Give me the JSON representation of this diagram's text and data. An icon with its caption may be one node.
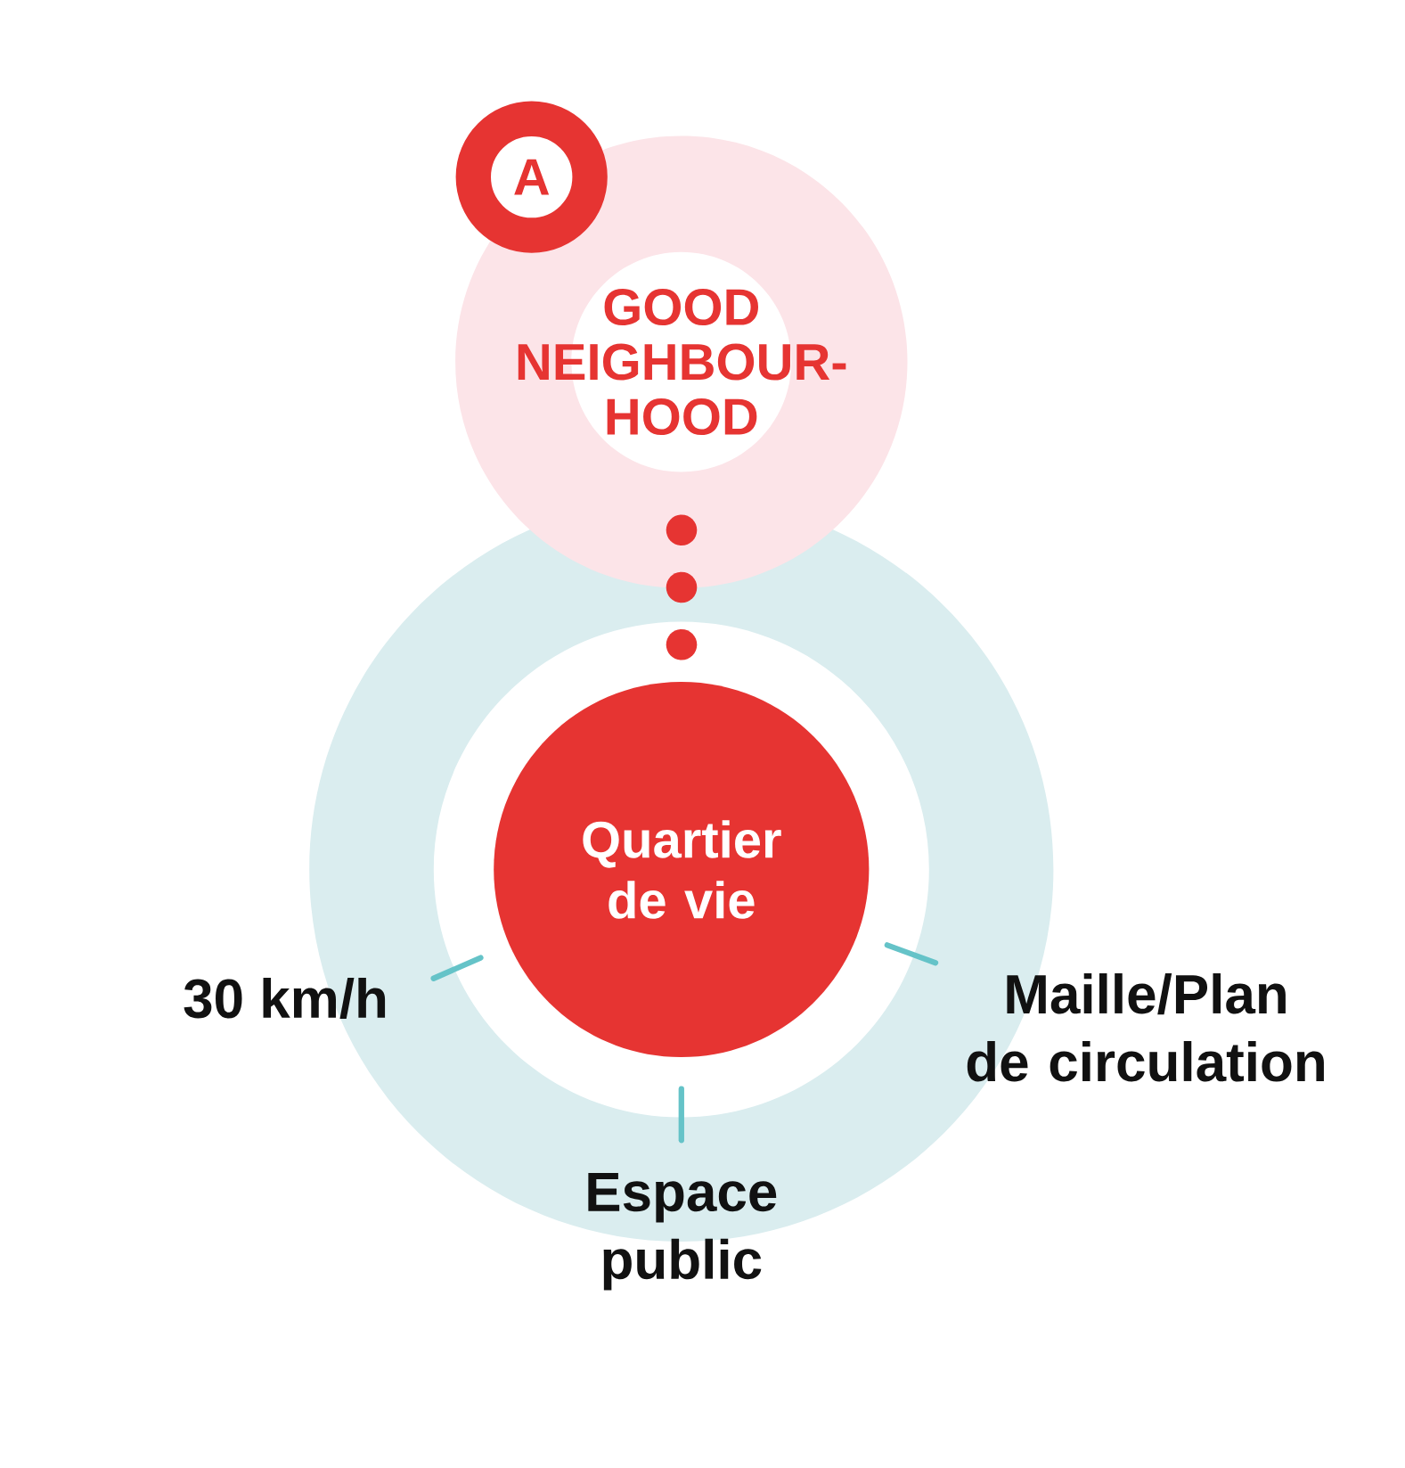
{
  "diagram": {
    "nodes": [
      {
        "text": [
          "A"
        ]
      },
      {
        "text": [
          "GOOD NEIGHBOUR-HOOD"
        ]
      },
      {
        "text": [
          "Quartier de vie"
        ]
      },
      {
        "text": [
          "30 km/h"
        ]
      },
      {
        "text": [
          "Maille/Plan de circulation"
        ]
      },
      {
        "text": [
          "Espace public"
        ]
      }
    ],
    "edges": [
      {
        "from": 3,
        "to": 2,
        "arrow": "none"
      },
      {
        "from": 4,
        "to": 2,
        "arrow": "none"
      },
      {
        "from": 5,
        "to": 2,
        "arrow": "none"
      }
    ]
  }
}
